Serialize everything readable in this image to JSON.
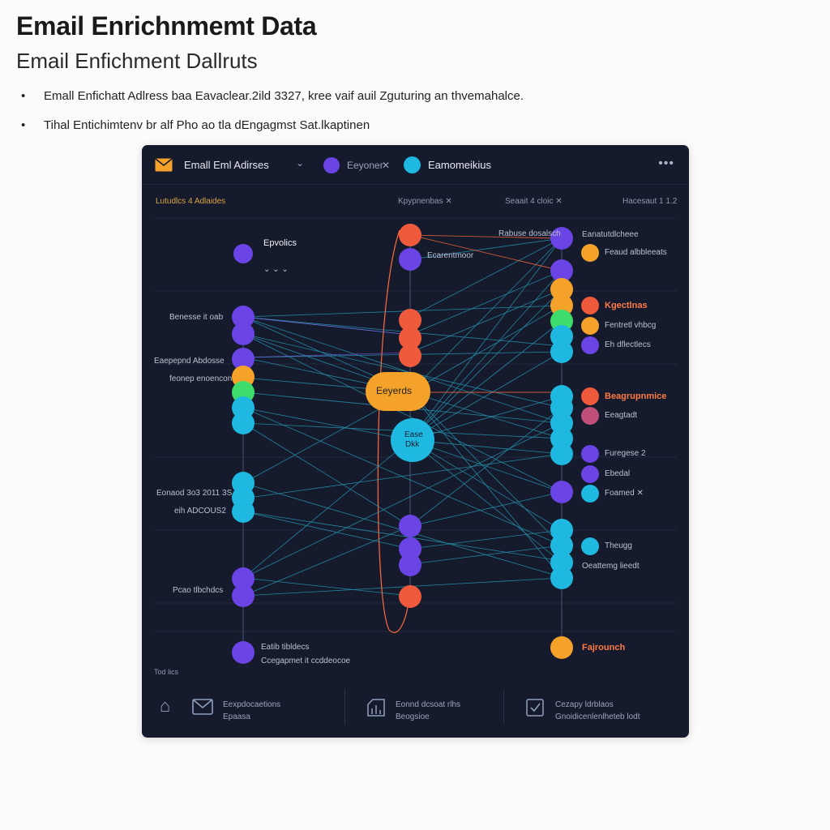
{
  "page": {
    "title": "Email Enrichnmemt Data",
    "subtitle": "Email Enfichment Dallruts",
    "bullets": [
      "Emall Enfichatt Adlress baa Eavaclear.2ild 3327, kree vaif auil Zguturing an thvemahalce.",
      "Tihal Entichimtenv br alf Pho ao tla dEngagmst Sat.lkaptinen"
    ]
  },
  "panel": {
    "topbar": {
      "title": "Emall Eml Adirses",
      "chevron": "⌄",
      "chip1_text": "Eeyoner",
      "chip1_close": "✕",
      "chip2_text": "Eamomeikius",
      "more": "•••"
    },
    "column_headers": [
      {
        "text": "Lutudlcs  4  Adlaides",
        "accent": true
      },
      {
        "text": "Kpypnenbas  ✕",
        "accent": false
      },
      {
        "text": "Seaait  4  cloic  ✕",
        "accent": false
      },
      {
        "text": "Hacesaut  1  1.2",
        "accent": false
      }
    ],
    "labels": {
      "left_header": "Epvolics",
      "left_header_sub": "⌄  ⌄  ⌄",
      "left1": "Benesse it oab",
      "left2": "Eaepepnd Abdosse",
      "left3": "feonep enoencon",
      "left4": "Eonaod 3o3 2011 3S",
      "left5": "eih ADCOUS2",
      "left6": "Pcao tlbchdcs",
      "left7a": "Eatib tibldecs",
      "left7b": "Ccegapmet it ccddeocoe",
      "center_top": "Rabuse dosalsch",
      "center_top2": "Ecarentmoor",
      "center_node1": "Eeyerds",
      "center_node2a": "Ease",
      "center_node2b": "Dkk",
      "right1": "Eanatutdlcheee",
      "right2": "Feaud albbleeats",
      "right3": "Kgectlnas",
      "right4": "Fentretl vhbcg",
      "right5": "Eh dflectlecs",
      "right6": "Beagrupnmice",
      "right7": "Eeagtadt",
      "right8": "Furegese  2",
      "right9": "Ebedal",
      "right10": "Foamed  ✕",
      "right11": "Theugg",
      "right12": "Oeattemg lieedt",
      "right13": "Fajrounch"
    },
    "footer": {
      "label": "Tod lics",
      "items": [
        {
          "line1": "Eexpdocaetions",
          "line2": "Epaasa"
        },
        {
          "line1": "Eonnd dcsoat rlhs",
          "line2": "Beogsioe"
        },
        {
          "line1": "Cezapy ldrblaos",
          "line2": "Gnoidicenlenlheteb lodt"
        }
      ]
    }
  },
  "colors": {
    "panel_bg": "#151b2c",
    "node_purple": "#6a44e4",
    "node_cyan": "#1fb8e0",
    "node_orange": "#f5a22a",
    "node_red": "#f05a3c",
    "node_green": "#3ddc6b",
    "edge_cyan": "#2aa8c8",
    "edge_orange": "#ff6a3c"
  }
}
